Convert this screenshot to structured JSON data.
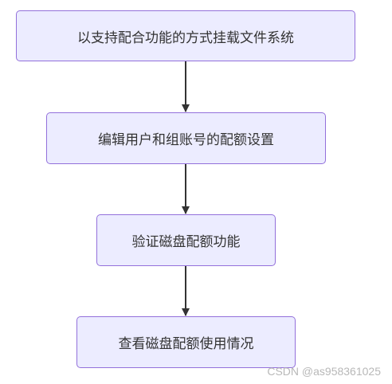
{
  "diagram": {
    "nodes": [
      {
        "id": "n1",
        "label": "以支持配合功能的方式挂载文件系统"
      },
      {
        "id": "n2",
        "label": "编辑用户和组账号的配额设置"
      },
      {
        "id": "n3",
        "label": "验证磁盘配额功能"
      },
      {
        "id": "n4",
        "label": "查看磁盘配额使用情况"
      }
    ],
    "edges": [
      {
        "from": "n1",
        "to": "n2"
      },
      {
        "from": "n2",
        "to": "n3"
      },
      {
        "from": "n3",
        "to": "n4"
      }
    ],
    "colors": {
      "node_fill": "#ECECFF",
      "node_border": "#9370DB",
      "edge": "#333333",
      "text": "#333333"
    }
  },
  "watermark": "CSDN @as958361025"
}
